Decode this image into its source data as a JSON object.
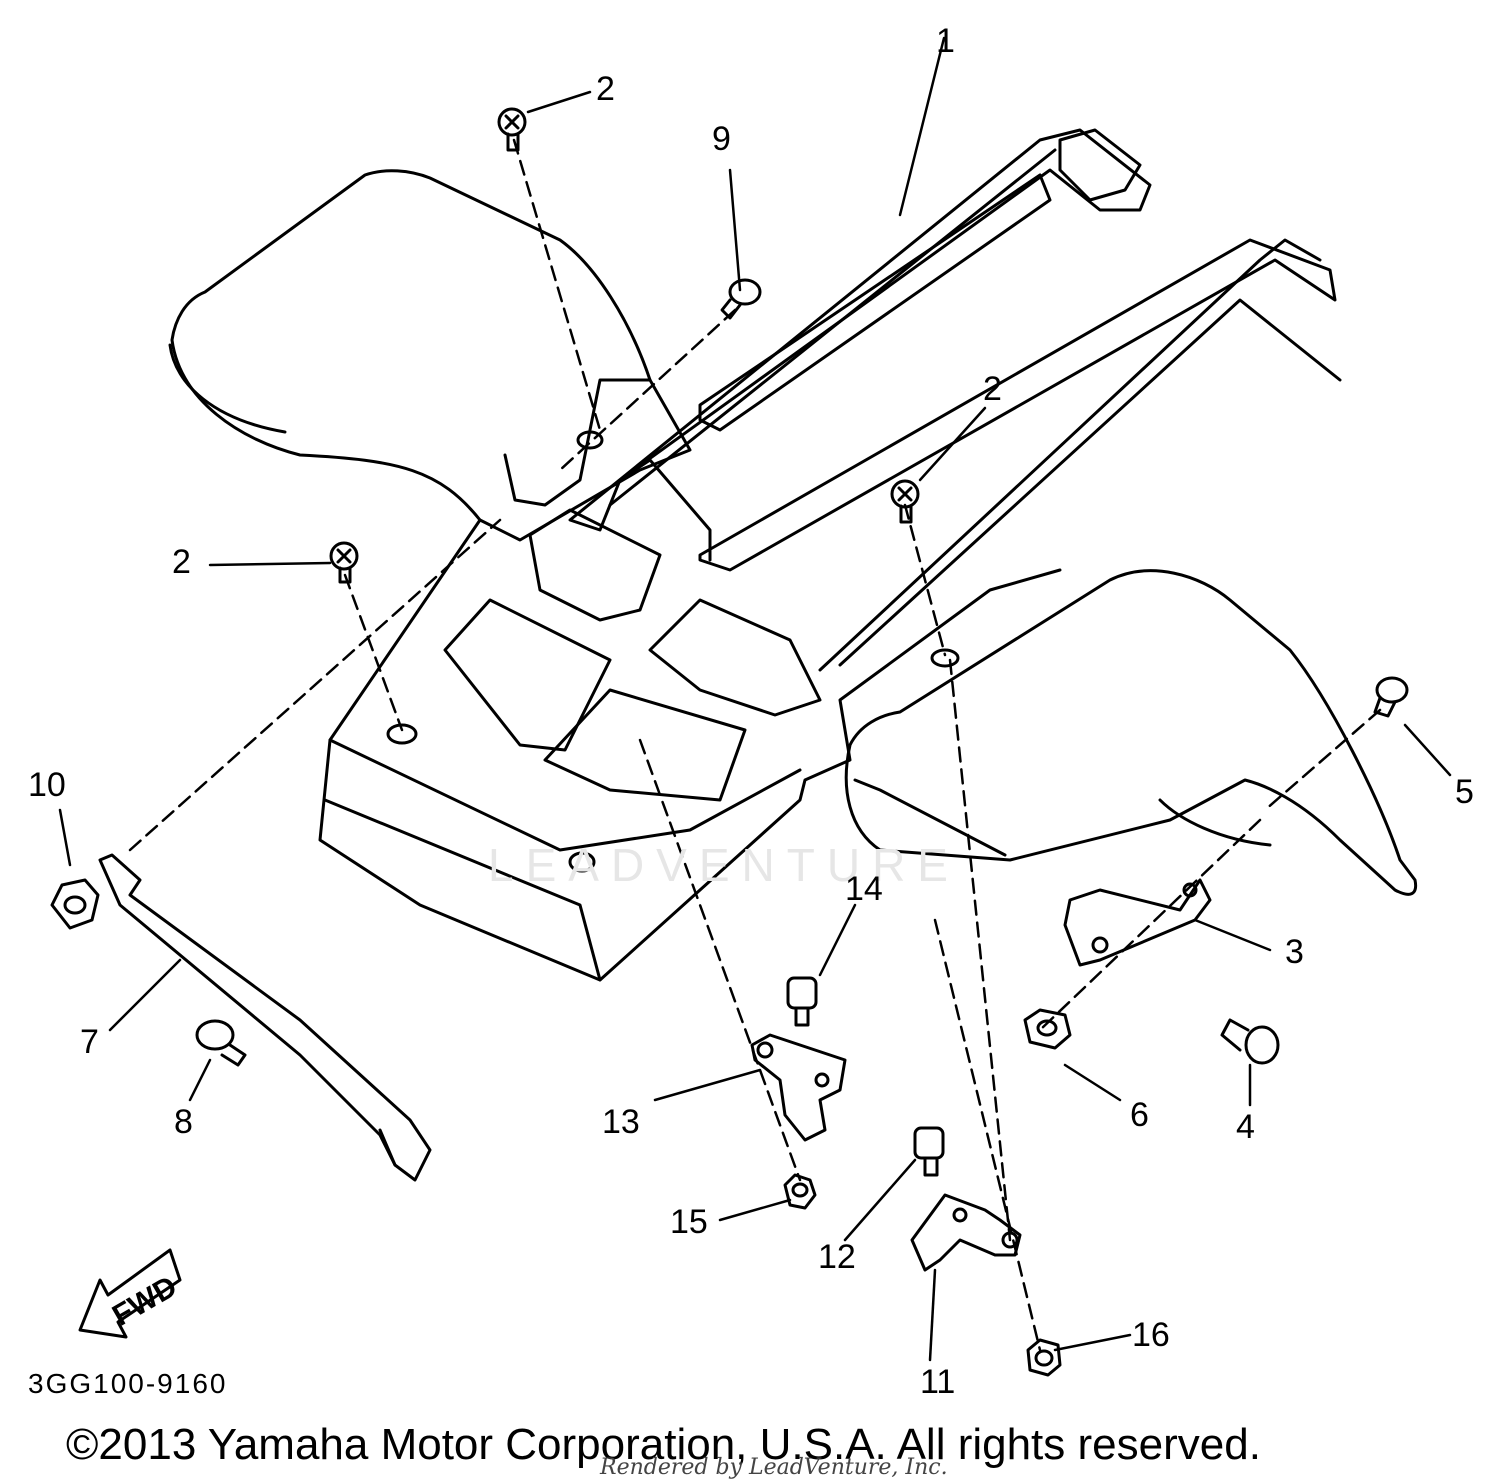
{
  "diagram": {
    "callouts": [
      {
        "id": "c1",
        "label": "1"
      },
      {
        "id": "c2a",
        "label": "2"
      },
      {
        "id": "c2b",
        "label": "2"
      },
      {
        "id": "c2c",
        "label": "2"
      },
      {
        "id": "c3",
        "label": "3"
      },
      {
        "id": "c4",
        "label": "4"
      },
      {
        "id": "c5",
        "label": "5"
      },
      {
        "id": "c6",
        "label": "6"
      },
      {
        "id": "c7",
        "label": "7"
      },
      {
        "id": "c8",
        "label": "8"
      },
      {
        "id": "c9",
        "label": "9"
      },
      {
        "id": "c10",
        "label": "10"
      },
      {
        "id": "c11",
        "label": "11"
      },
      {
        "id": "c12",
        "label": "12"
      },
      {
        "id": "c13",
        "label": "13"
      },
      {
        "id": "c14",
        "label": "14"
      },
      {
        "id": "c15",
        "label": "15"
      },
      {
        "id": "c16",
        "label": "16"
      }
    ],
    "fwd_label": "FWD",
    "doc_code": "3GG100-9160",
    "watermark": "LEADVENTURE"
  },
  "footer": {
    "copyright": "©2013 Yamaha Motor Corporation, U.S.A. All rights reserved.",
    "rendered_by": "Rendered by LeadVenture, Inc."
  }
}
